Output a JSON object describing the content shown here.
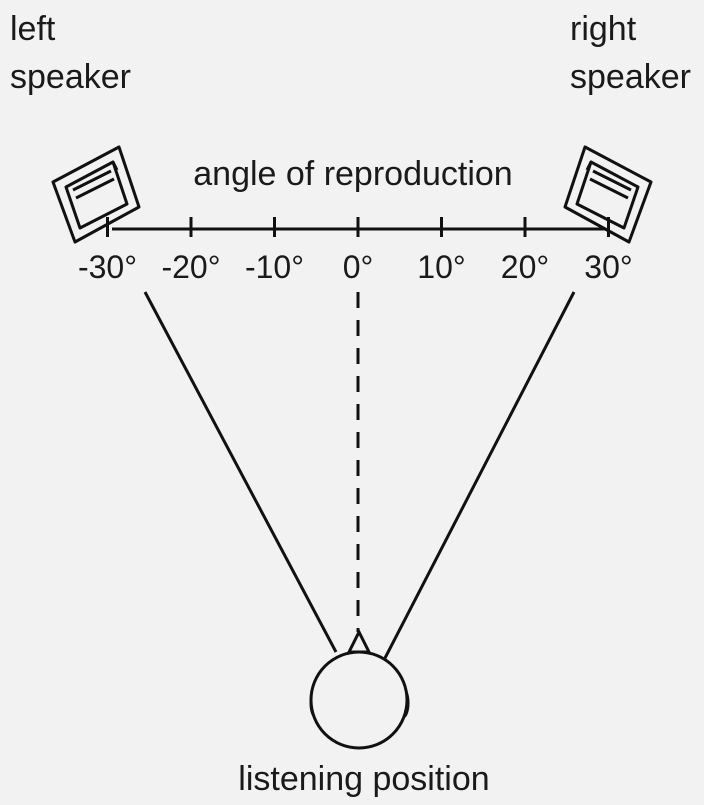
{
  "labels": {
    "left_speaker_line1": "left",
    "left_speaker_line2": "speaker",
    "right_speaker_line1": "right",
    "right_speaker_line2": "speaker",
    "axis_title": "angle of reproduction",
    "listener": "listening position"
  },
  "ticks": [
    {
      "angle": -30,
      "label": "-30°"
    },
    {
      "angle": -20,
      "label": "-20°"
    },
    {
      "angle": -10,
      "label": "-10°"
    },
    {
      "angle": 0,
      "label": "0°"
    },
    {
      "angle": 10,
      "label": "10°"
    },
    {
      "angle": 20,
      "label": "20°"
    },
    {
      "angle": 30,
      "label": "30°"
    }
  ],
  "icons": {
    "left_speaker": "speaker-icon",
    "right_speaker": "speaker-icon",
    "listener_head": "head-icon"
  },
  "colors": {
    "background": "#f2f2f2",
    "line": "#111111"
  }
}
